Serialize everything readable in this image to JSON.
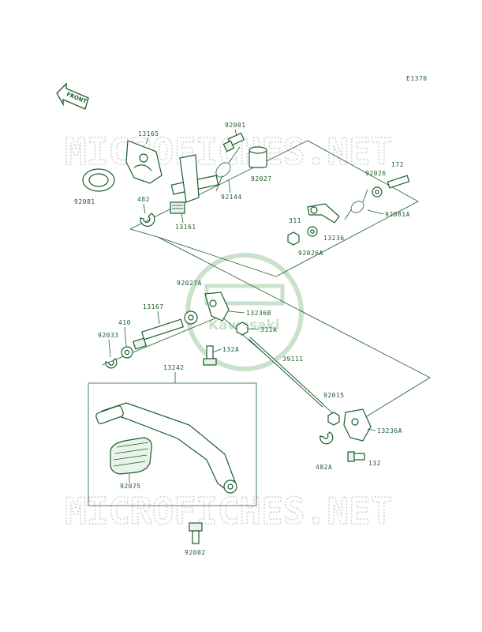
{
  "diagram_code": "E1370",
  "front_label": "FRONT",
  "watermark_text": "MICROFICHES.NET",
  "logo_text": "Kawasaki",
  "colors": {
    "line": "#1a5d2b",
    "watermark": "#d3d3d3",
    "logo": "#c9e2cc"
  },
  "parts": {
    "p13165": "13165",
    "p92001": "92001",
    "p92081": "92081",
    "p92144": "92144",
    "p92027": "92027",
    "p482": "482",
    "p13161": "13161",
    "p92026": "92026",
    "p172": "172",
    "p92081A": "92081A",
    "p311": "311",
    "p13236": "13236",
    "p92026A": "92026A",
    "p92027A": "92027A",
    "p13167": "13167",
    "p13236B": "13236B",
    "p410": "410",
    "p311A": "311A",
    "p92033": "92033",
    "p132A": "132A",
    "p39111": "39111",
    "p13242": "13242",
    "p92015": "92015",
    "p13236A": "13236A",
    "p482A": "482A",
    "p132": "132",
    "p92075": "92075",
    "p92002": "92002"
  }
}
